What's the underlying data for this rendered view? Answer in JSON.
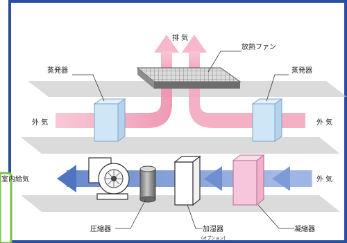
{
  "labels": {
    "exhaust": "排 気",
    "fan": "放熱ファン",
    "evaporator_left": "蒸発器",
    "evaporator_right": "蒸発器",
    "outside_air_left": "外 気",
    "outside_air_right": "外 気",
    "supply_air": "室内給気",
    "outside_air_lower": "外 気",
    "compressor": "圧縮器",
    "humidifier": "加湿器",
    "humidifier_note": "(オプション)",
    "condenser": "凝縮器"
  },
  "colors": {
    "frame_border": "#2a4f9e",
    "green_accent": "#7bc24a",
    "plate": "#c8c8c8",
    "pink_airflow": "#f19ab4",
    "blue_airflow": "#5b7fc7",
    "evaporator_fill": "#cfe6f7",
    "condenser_fill": "#f6c7dc"
  },
  "icons": [
    "fan-grille-icon",
    "blower-icon",
    "compressor-cylinder-icon"
  ]
}
